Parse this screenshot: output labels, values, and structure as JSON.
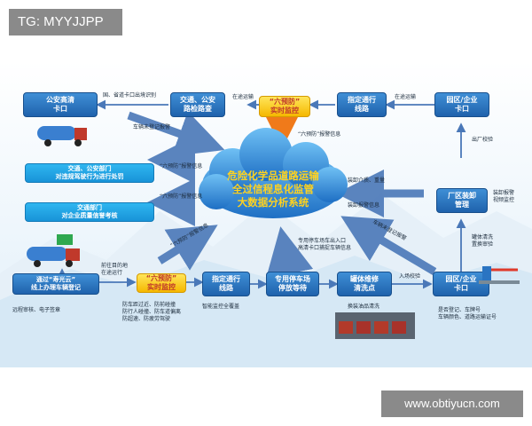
{
  "watermark_top": "TG: MYYJJPP",
  "watermark_bottom": "www.obtiyucn.com",
  "cloud": {
    "line1": "危险化学品道路运输",
    "line2": "全过信程息化监管",
    "line3": "大数据分析系统"
  },
  "boxes": {
    "police_checkpoint": "公安高清\n卡口",
    "traffic_police_inspection": "交通、公安\n路检路查",
    "six_prevent_top": "“六预防”\n实时监控",
    "designated_route_top": "指定通行\n线路",
    "park_gate_top": "园区/企业\n卡口",
    "traffic_police_dept": "交通、公安部门\n对违规驾驶行为进行处罚",
    "traffic_dept": "交通部门\n对企业质量信誉考核",
    "factory_loading": "厂区装卸\n管理",
    "online_registration": "通过“寿光云”\n线上办理车辆登记",
    "six_prevent_bottom": "“六预防”\n实时监控",
    "designated_route_bottom": "指定通行\n线路",
    "parking_lot": "专用停车场\n停放等待",
    "tank_cleaning": "罐体维修\n清洗点",
    "park_gate_bottom": "园区/企业\n卡口"
  },
  "labels": {
    "checkpoint_info": "国、省道卡口出境识别",
    "in_transit_top_left": "在途运输",
    "in_transit_top_right": "在途运输",
    "unregistered_alarm_left": "车辆未登记报警",
    "six_prevent_alarm_info": "“六预防”报警信息",
    "six_prevent_alarm_top": "“六预防”报警信息",
    "six_prevent_alarm_mid": "“六预防”报警信息",
    "six_prevent_alarm_diag": "“六预防”报警信息",
    "exit_check": "出厂校验",
    "loading_alarm": "装卸报警\n视频监控",
    "loading_media": "装卸介质、重量",
    "loading_alarm_info": "装卸报警信息",
    "unregistered_alarm_right": "车辆未登记报警",
    "tank_clean_replace": "罐体清洗\n置换审验",
    "parking_gate_info": "专用停车场车出入口\n高清卡口捕捉车辆信息",
    "destination_in_transit": "前往目的地\n在途运行",
    "entry_check": "入场校验",
    "registration_info": "远程审核、电子签章",
    "driving_behaviors": "防车距过近、防前碰撞\n防行人碰撞、防车道偏离\n防超速、防疲劳驾驶",
    "smart_monitor": "智能监控全覆盖",
    "liquid_clean": "换装油品清洗",
    "registration_check": "是否登记、车牌号\n车辆颜色、道路运输证号"
  },
  "colors": {
    "box_blue": "#2a74c2",
    "box_cyan": "#1ea3e4",
    "box_yellow": "#f7c812",
    "arrow_blue": "#4a78b8",
    "arrow_orange": "#f07a1a",
    "cloud": "#2a88d8"
  }
}
